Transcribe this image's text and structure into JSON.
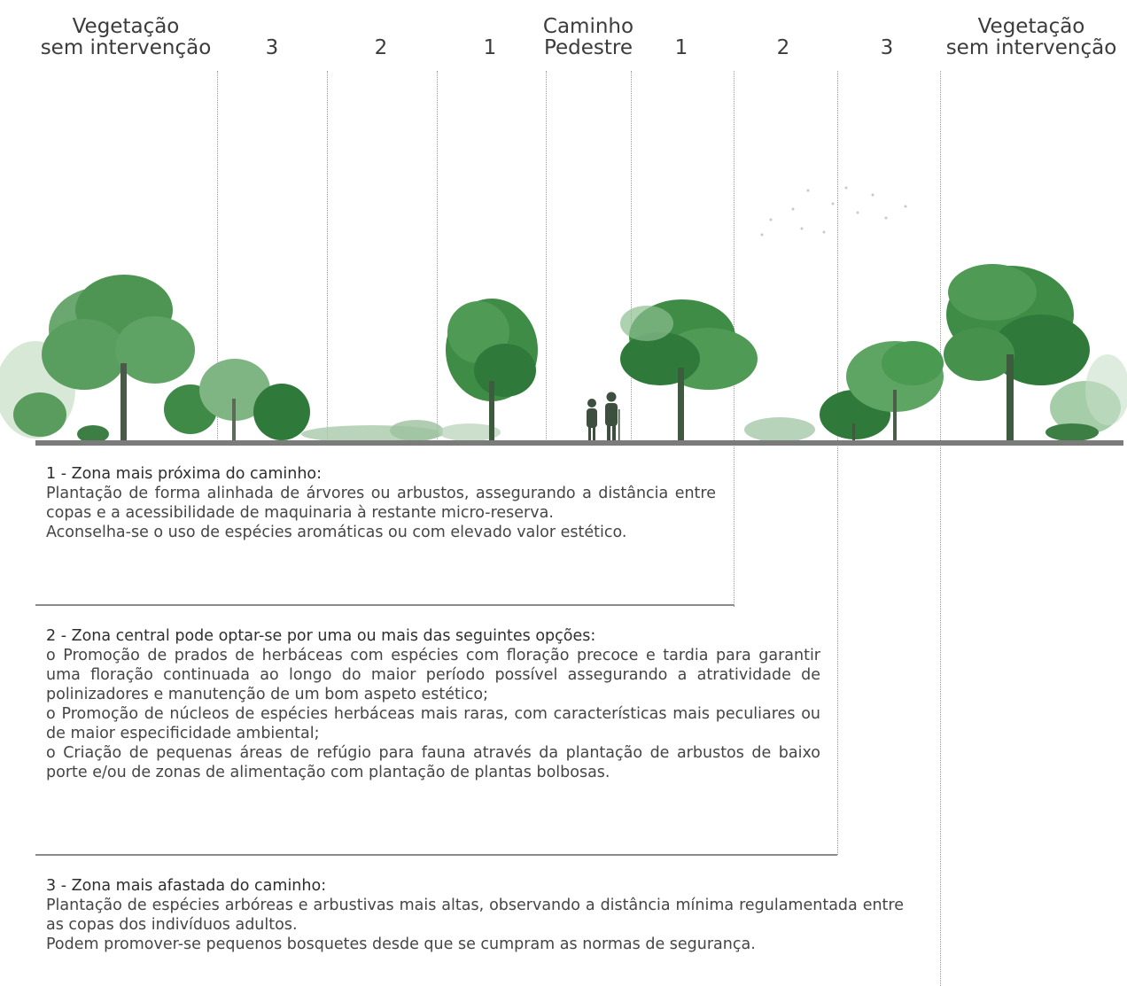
{
  "header": {
    "left_vegetation": [
      "Vegetação",
      "sem intervenção"
    ],
    "left_3": "3",
    "left_2": "2",
    "left_1": "1",
    "path": [
      "Caminho",
      "Pedestre"
    ],
    "right_1": "1",
    "right_2": "2",
    "right_3": "3",
    "right_vegetation": [
      "Vegetação",
      "sem intervenção"
    ]
  },
  "colors": {
    "tree_dark": "#2f7a3a",
    "tree_mid": "#4a9a52",
    "tree_light": "#8cc08f",
    "ground": "#7b7b7b",
    "people": "#3d5040"
  },
  "zones": [
    {
      "title": "1 - Zona mais próxima do caminho:",
      "paragraphs": [
        "Plantação de forma alinhada de árvores ou arbustos, assegurando a distância entre copas e a acessibilidade de maquinaria à restante micro-reserva.",
        "Aconselha-se o uso de espécies aromáticas ou com elevado valor estético."
      ]
    },
    {
      "title": "2 - Zona central pode optar-se por uma ou mais das seguintes opções:",
      "paragraphs": [
        "o Promoção de prados de herbáceas com espécies com floração precoce e tardia para garantir uma floração continuada ao longo do maior período possível assegurando a atratividade de polinizadores e manutenção de um bom aspeto estético;",
        "o Promoção de núcleos de espécies herbáceas mais raras, com características mais peculiares ou de maior especificidade ambiental;",
        "o Criação de pequenas áreas de refúgio para fauna através da plantação de arbustos de baixo porte e/ou de zonas de alimentação com plantação de plantas bolbosas."
      ]
    },
    {
      "title": "3 - Zona mais afastada do caminho:",
      "paragraphs": [
        "Plantação de espécies arbóreas e arbustivas mais altas, observando a distância mínima regulamentada entre as copas dos indivíduos adultos.",
        "Podem promover-se pequenos bosquetes desde que se cumpram as normas de segurança."
      ]
    }
  ]
}
